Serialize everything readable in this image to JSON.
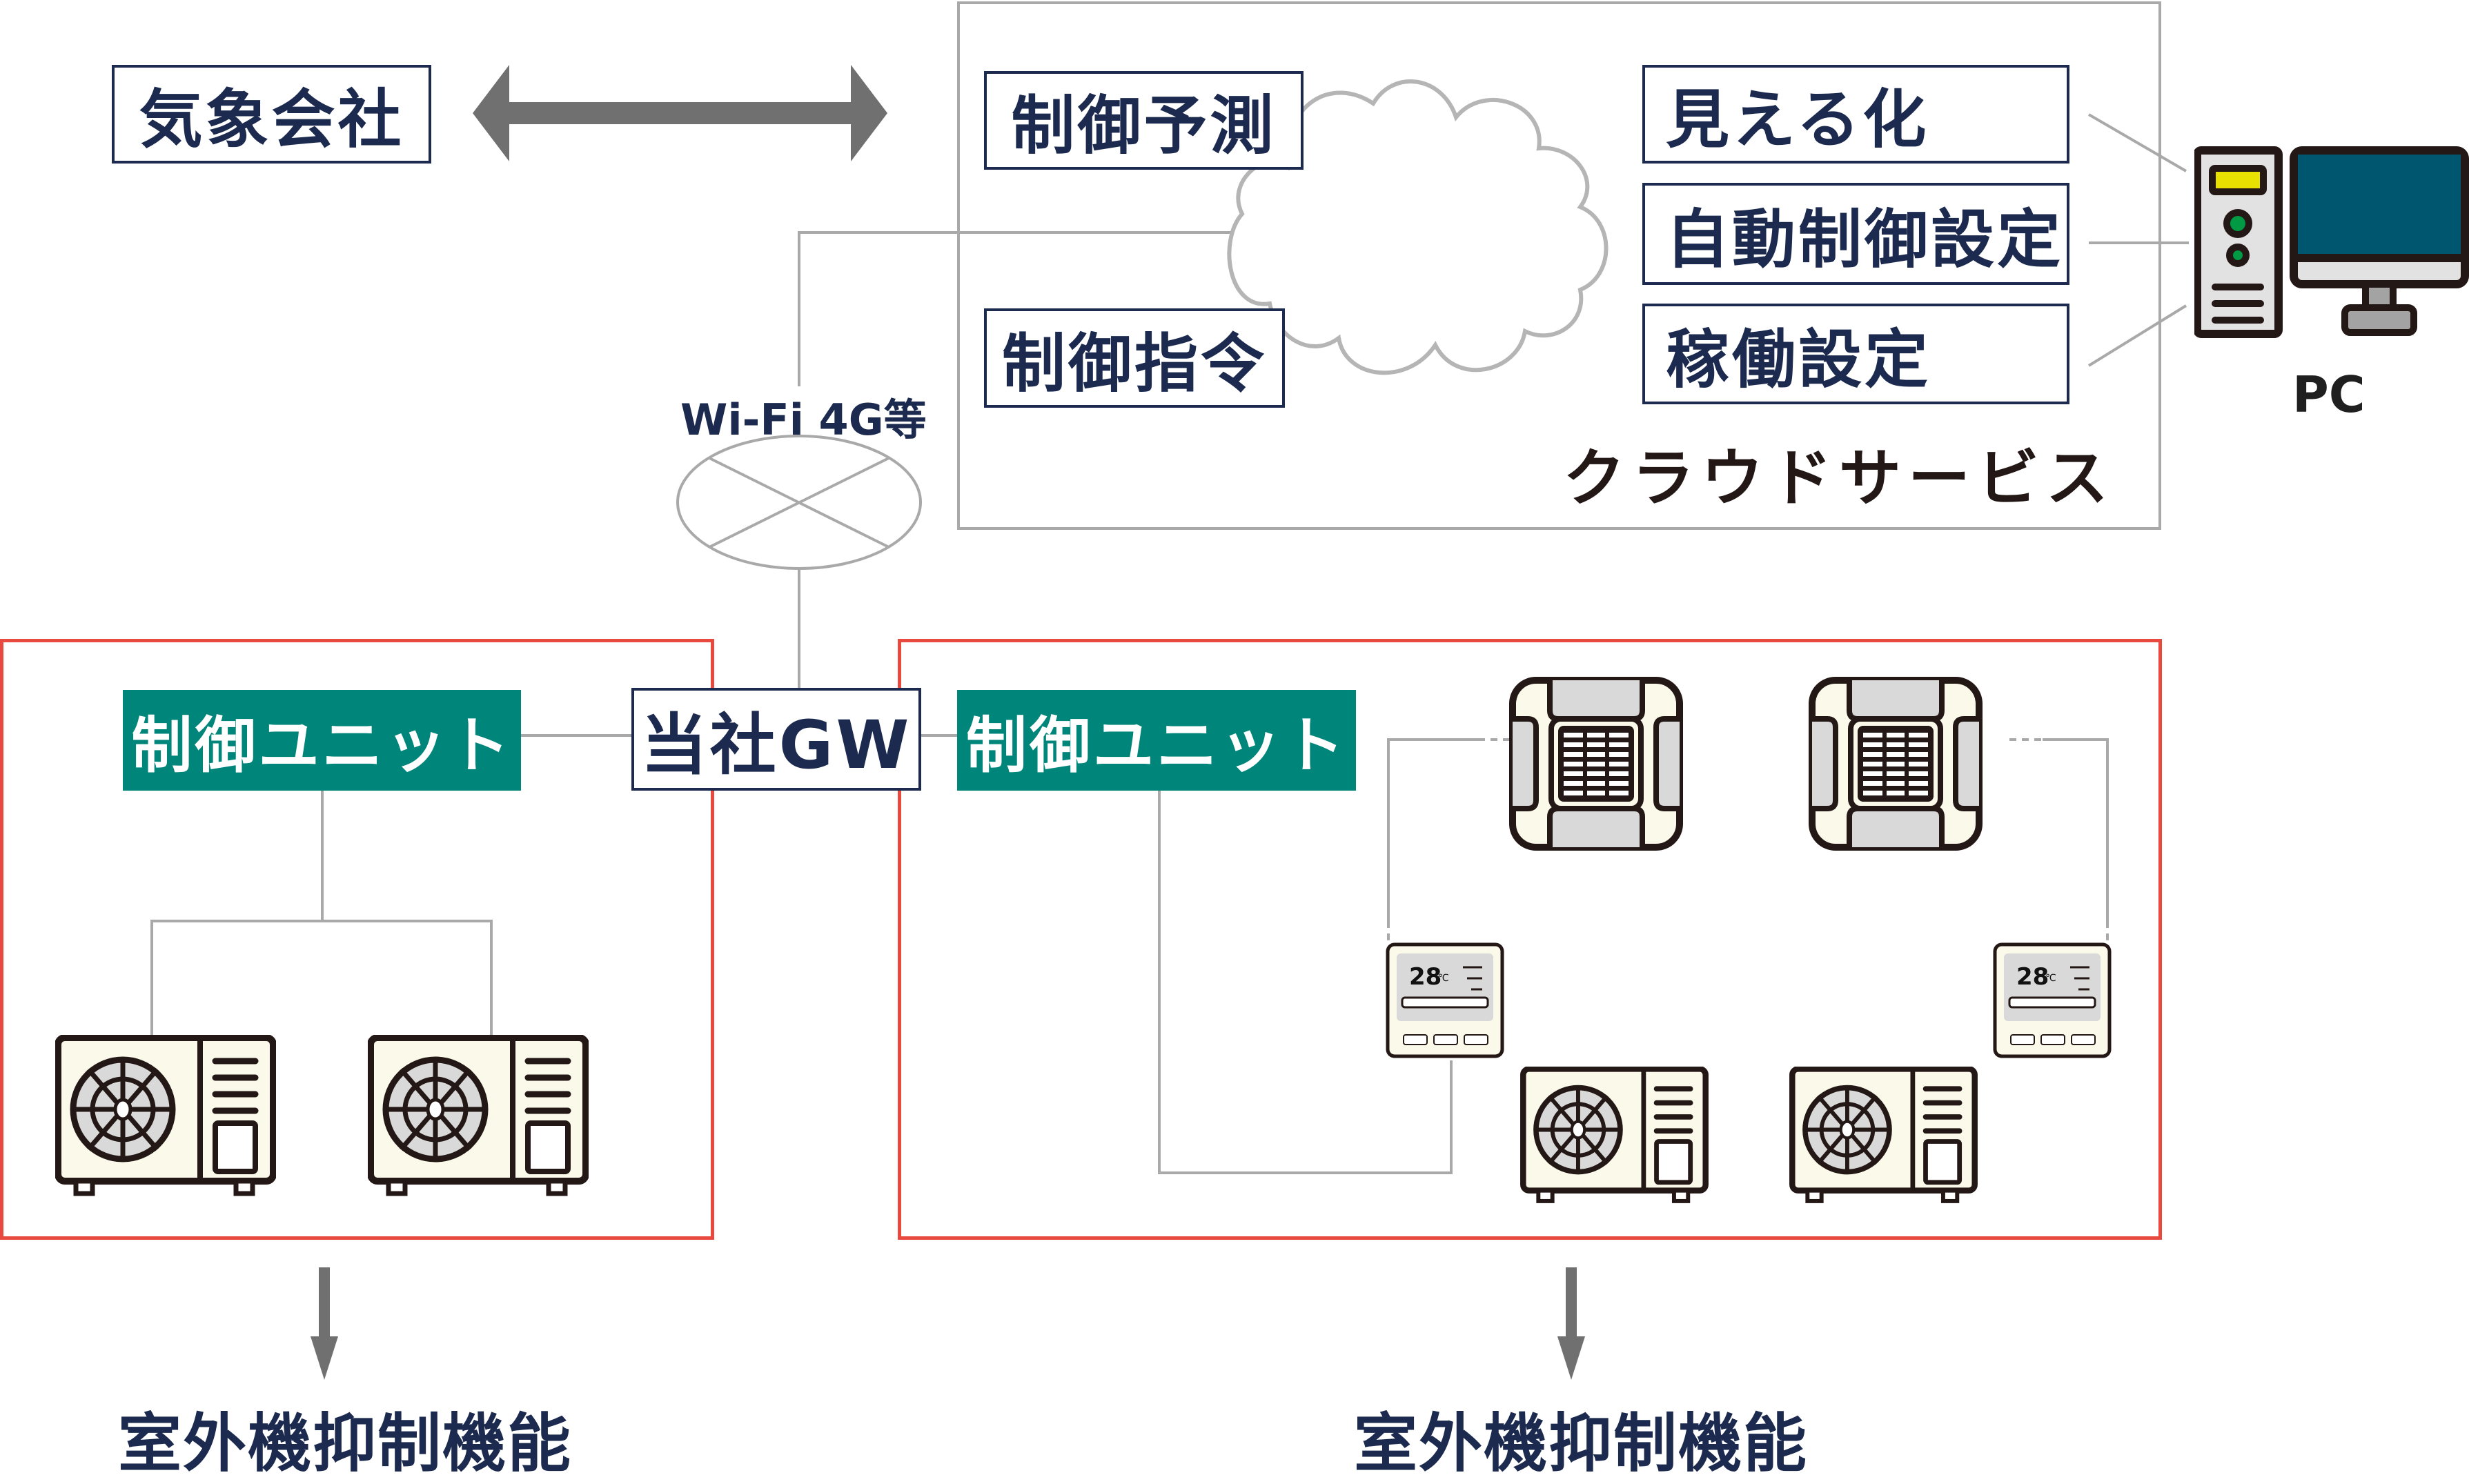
{
  "weather_company": {
    "label": "気象会社"
  },
  "cloud_service": {
    "title": "クラウドサービス",
    "left_boxes": [
      "制御予測",
      "制御指令"
    ],
    "right_boxes": [
      "見える化",
      "自動制御設定",
      "稼働設定"
    ]
  },
  "pc": {
    "label": "PC"
  },
  "network": {
    "label": "Wi-Fi 4G等"
  },
  "gateway": {
    "label": "当社GW"
  },
  "left_site": {
    "control_unit_label": "制御ユニット",
    "outdoor_units": 2,
    "result_label": "室外機抑制機能"
  },
  "right_site": {
    "control_unit_label": "制御ユニット",
    "indoor_units": 2,
    "remote_controllers": [
      {
        "temp": "28",
        "unit": "℃"
      },
      {
        "temp": "28",
        "unit": "℃"
      }
    ],
    "outdoor_units": 2,
    "result_label": "室外機抑制機能"
  },
  "colors": {
    "navy": "#1b2a4e",
    "teal": "#00857a",
    "red_frame": "#e84a40",
    "connector_grey": "#a9a9a9",
    "arrow_grey": "#707070",
    "unit_cream": "#fbfaea",
    "screen_blue": "#00566e"
  }
}
